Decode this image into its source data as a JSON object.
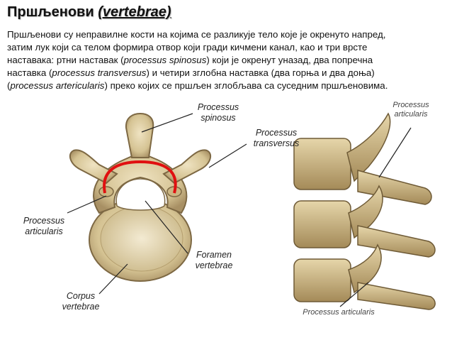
{
  "title": {
    "prefix": "Пршљенови ",
    "latin": "(vertebrae)"
  },
  "paragraph": {
    "line1": "Пршљенови су неправилне кости на којима се разликује тело које је окренуто напред,",
    "line2": "затим лук који са телом формира отвор који гради кичмени канал, као и три врсте",
    "line3a": "наставака: ртни наставак (",
    "line3b": "processus spinosus",
    "line3c": ") који је окренут уназад, два попречна",
    "line4a": "наставка (",
    "line4b": "processus transversus",
    "line4c": ") и четири зглобна наставка (два горња и два доња)",
    "line5a": "(",
    "line5b": "processus artericularis",
    "line5c": ") преко којих се пршљен зглобљава са суседним пршљеновима."
  },
  "labels": {
    "spinosus_1": "Processus",
    "spinosus_2": "spinosus",
    "transversus_1": "Processus",
    "transversus_2": "transversus",
    "articularis_left_1": "Processus",
    "articularis_left_2": "articularis",
    "foramen_1": "Foramen",
    "foramen_2": "vertebrae",
    "corpus_1": "Corpus",
    "corpus_2": "vertebrae",
    "articularis_right_top_1": "Processus",
    "articularis_right_top_2": "articularis",
    "articularis_bottom": "Processus articularis"
  },
  "colors": {
    "bone": "#d9c9a0",
    "bone_dark": "#8a7550",
    "highlight_arch": "#e01010"
  }
}
